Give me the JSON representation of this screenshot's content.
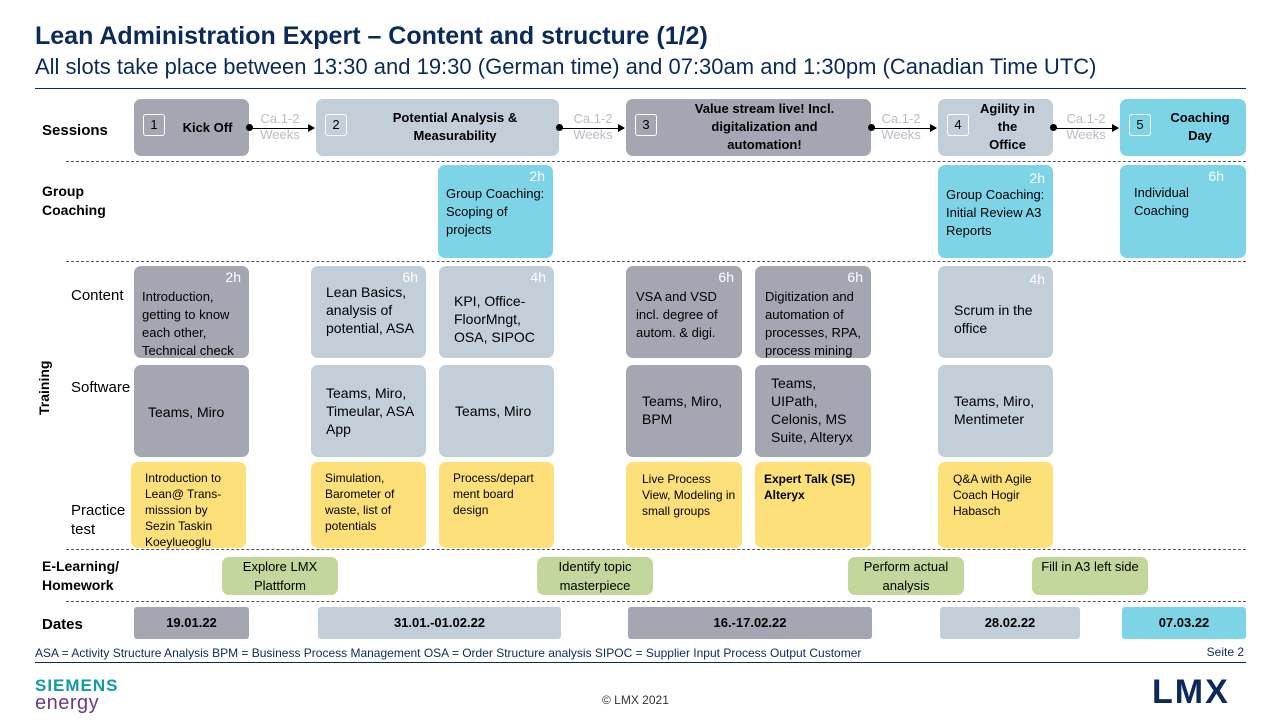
{
  "header": {
    "title": "Lean Administration Expert – Content and structure (1/2)",
    "subtitle": "All slots take place between 13:30 and 19:30 (German time) and 07:30am and 1:30pm (Canadian Time UTC)"
  },
  "rows": {
    "sessions": "Sessions",
    "group_coaching_l1": "Group",
    "group_coaching_l2": "Coaching",
    "training": "Training",
    "content": "Content",
    "software": "Software",
    "practice_l1": "Practice",
    "practice_l2": "test",
    "elearning_l1": "E-Learning/",
    "elearning_l2": "Homework",
    "dates": "Dates"
  },
  "sessions": [
    {
      "num": "1",
      "title": "Kick Off"
    },
    {
      "num": "2",
      "title": "Potential Analysis & Measurability"
    },
    {
      "num": "3",
      "title": "Value stream live! Incl. digitalization and automation!"
    },
    {
      "num": "4",
      "title": "Agility in the Office"
    },
    {
      "num": "5",
      "title": "Coaching Day"
    }
  ],
  "weeks_label_l1": "Ca.1-2",
  "weeks_label_l2": "Weeks",
  "group_coaching": [
    {
      "hours": "2h",
      "text": "Group Coaching: Scoping of projects"
    },
    {
      "hours": "2h",
      "text": "Group Coaching: Initial Review A3 Reports"
    },
    {
      "hours": "6h",
      "text": "Individual Coaching"
    }
  ],
  "content": [
    {
      "hours": "2h",
      "text": "Introduction, getting to know each other, Technical check"
    },
    {
      "hours": "6h",
      "text": "Lean Basics, analysis of potential, ASA"
    },
    {
      "hours": "4h",
      "text": "KPI, Office-FloorMngt, OSA, SIPOC"
    },
    {
      "hours": "6h",
      "text": "VSA and VSD incl. degree of autom. & digi."
    },
    {
      "hours": "6h",
      "text": "Digitization and automation of processes, RPA, process mining"
    },
    {
      "hours": "4h",
      "text": "Scrum in the office"
    }
  ],
  "software": [
    {
      "text": "Teams, Miro"
    },
    {
      "text": "Teams, Miro, Timeular, ASA App"
    },
    {
      "text": "Teams, Miro"
    },
    {
      "text": "Teams, Miro, BPM"
    },
    {
      "text": "Teams, UIPath, Celonis, MS Suite, Alteryx"
    },
    {
      "text": "Teams, Miro, Mentimeter"
    }
  ],
  "practice": [
    {
      "text": "Introduction to Lean@ Trans-misssion by Sezin Taskin Koeylueoglu"
    },
    {
      "text": "Simulation, Barometer of waste, list of potentials"
    },
    {
      "text": "Process/depart ment board design"
    },
    {
      "text": "Live Process View, Modeling in small groups"
    },
    {
      "text": "Expert Talk (SE) Alteryx"
    },
    {
      "text": "Q&A with Agile Coach Hogir Habasch"
    }
  ],
  "elearning": [
    {
      "text": "Explore LMX Plattform"
    },
    {
      "text": "Identify topic masterpiece"
    },
    {
      "text": "Perform actual analysis"
    },
    {
      "text": "Fill in A3 left side"
    }
  ],
  "dates": [
    "19.01.22",
    "31.01.-01.02.22",
    "16.-17.02.22",
    "28.02.22",
    "07.03.22"
  ],
  "footer": {
    "abbreviations": "ASA = Activity Structure Analysis   BPM = Business Process Management   OSA = Order Structure analysis   SIPOC = Supplier Input Process Output Customer",
    "page": "Seite 2",
    "copyright": "© LMX 2021",
    "logo_siemens": "SIEMENS",
    "logo_energy": "energy",
    "logo_lmx": "LMX"
  },
  "colors": {
    "title": "#0b2a5b",
    "dark_box": "#a4a7b1",
    "light_box": "#c2ced8",
    "cyan_box": "#7dd4e6",
    "yellow_box": "#fde07a",
    "green_box": "#c3d69b"
  }
}
